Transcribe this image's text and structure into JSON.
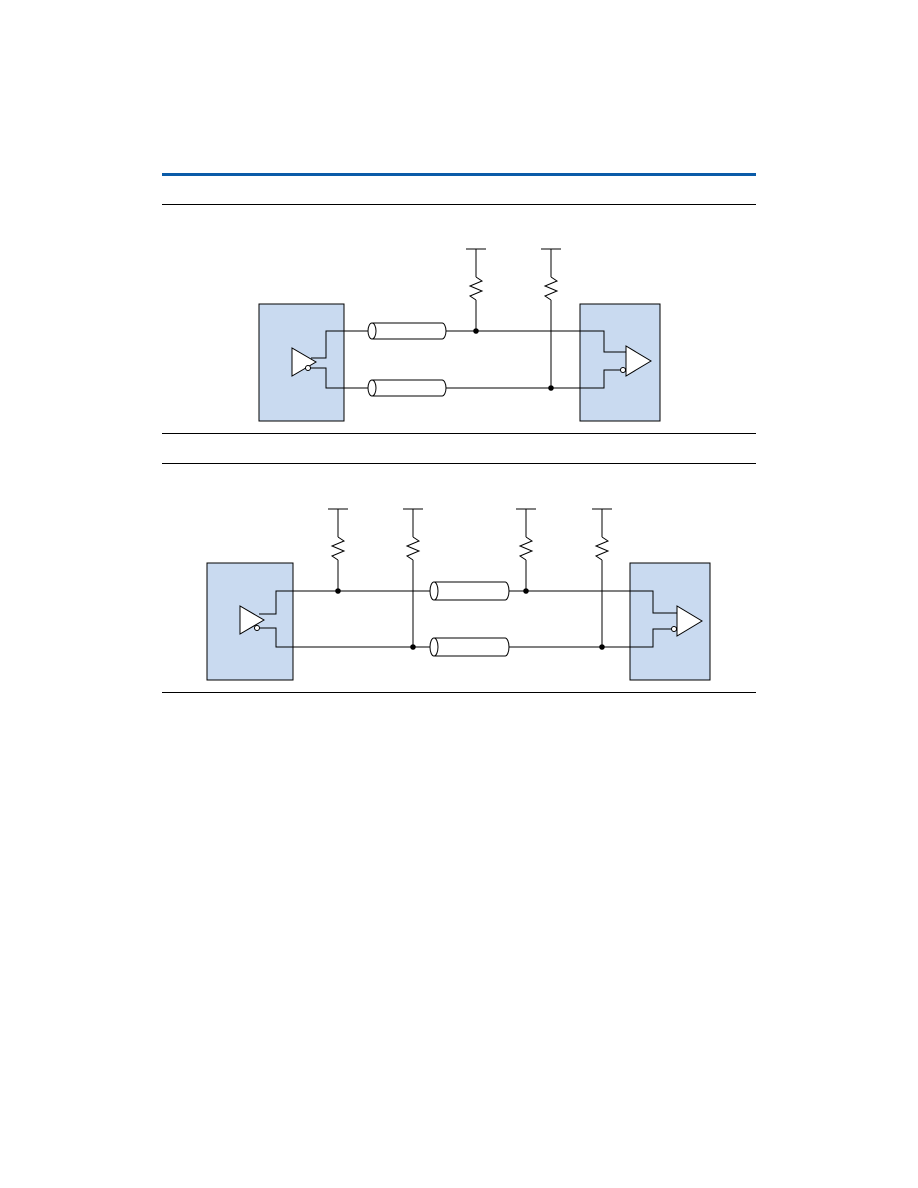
{
  "page": {
    "accent_color": "#0a5ba8",
    "device_fill": "#c9daf0"
  },
  "figures": [
    {
      "id": "figure-1",
      "caption": "",
      "transmitter": {
        "icon": "differential-output-buffer-icon"
      },
      "receiver": {
        "icon": "differential-input-buffer-icon"
      },
      "transmission_lines": 2,
      "termination_resistors": 2
    },
    {
      "id": "figure-2",
      "caption": "",
      "transmitter": {
        "icon": "differential-output-buffer-icon"
      },
      "receiver": {
        "icon": "differential-input-buffer-icon"
      },
      "transmission_lines": 2,
      "termination_resistors": 4
    }
  ]
}
